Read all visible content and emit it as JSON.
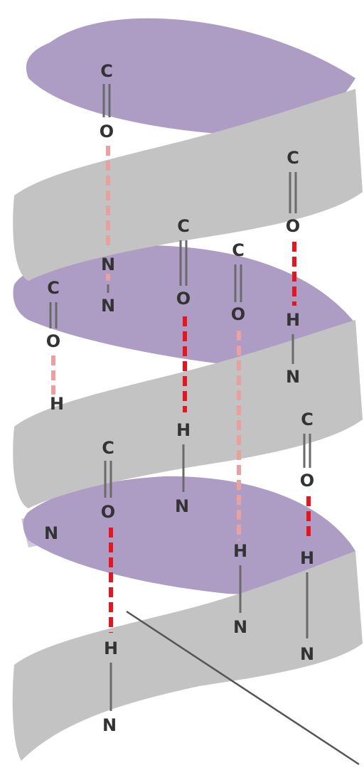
{
  "colors": {
    "ribbon_back": "#ad9dc4",
    "ribbon_front": "#c3c3c3",
    "hbond": "#e8141e",
    "hbond_faded": "#e8a0a0",
    "bond": "#6a6a6a",
    "atom": "#333333",
    "leader_line": "#555555"
  },
  "atom_labels": {
    "carbon": "C",
    "oxygen": "O",
    "hydrogen": "H",
    "nitrogen": "N"
  }
}
